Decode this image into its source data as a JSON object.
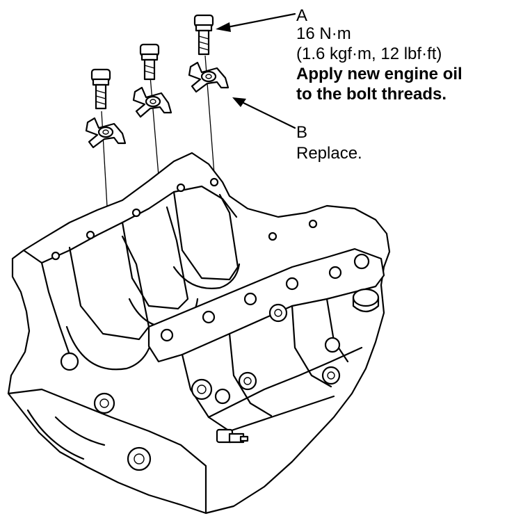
{
  "callouts": {
    "a": {
      "letter": "A",
      "torque": "16 N·m",
      "torque_alt": "(1.6 kgf·m, 12 lbf·ft)",
      "note_line1": "Apply new engine oil",
      "note_line2": "to the bolt threads."
    },
    "b": {
      "letter": "B",
      "note": "Replace."
    }
  }
}
